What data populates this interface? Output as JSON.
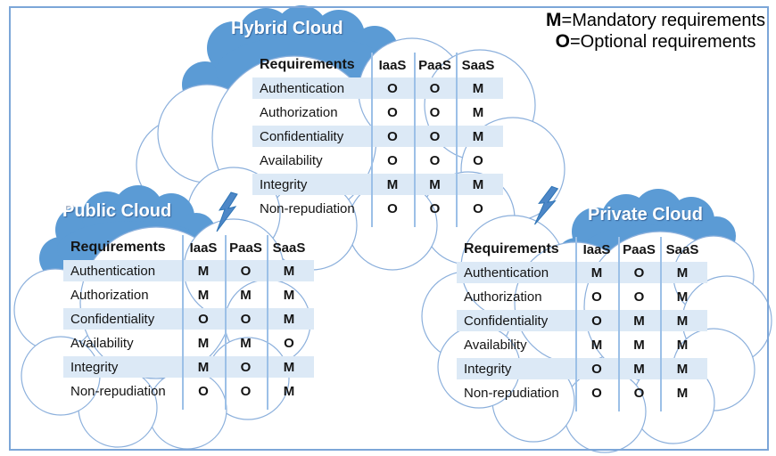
{
  "colors": {
    "cap_blue": "#5B9BD5",
    "outline_blue": "#8CB0DC",
    "band_blue": "#DCE9F6",
    "divider_blue": "#9CC0E7",
    "bolt_blue": "#4D87C7",
    "bolt_edge": "#2E74B5",
    "frame_blue": "#7CA6D8"
  },
  "legend": {
    "mandatory": {
      "symbol": "M",
      "text": "=Mandatory requirements"
    },
    "optional": {
      "symbol": "O",
      "text": "=Optional requirements"
    }
  },
  "table_columns": [
    "Requirements",
    "IaaS",
    "PaaS",
    "SaaS"
  ],
  "icons": [
    "cloud-shape",
    "lightning-bolt"
  ],
  "clouds": [
    {
      "title": "Hybrid Cloud",
      "rows": [
        {
          "label": "Authentication",
          "values": [
            "O",
            "O",
            "M"
          ]
        },
        {
          "label": "Authorization",
          "values": [
            "O",
            "O",
            "M"
          ]
        },
        {
          "label": "Confidentiality",
          "values": [
            "O",
            "O",
            "M"
          ]
        },
        {
          "label": "Availability",
          "values": [
            "O",
            "O",
            "O"
          ]
        },
        {
          "label": "Integrity",
          "values": [
            "M",
            "M",
            "M"
          ]
        },
        {
          "label": "Non-repudiation",
          "values": [
            "O",
            "O",
            "O"
          ]
        }
      ]
    },
    {
      "title": "Public Cloud",
      "rows": [
        {
          "label": "Authentication",
          "values": [
            "M",
            "O",
            "M"
          ]
        },
        {
          "label": "Authorization",
          "values": [
            "M",
            "M",
            "M"
          ]
        },
        {
          "label": "Confidentiality",
          "values": [
            "O",
            "O",
            "M"
          ]
        },
        {
          "label": "Availability",
          "values": [
            "M",
            "M",
            "O"
          ]
        },
        {
          "label": "Integrity",
          "values": [
            "M",
            "O",
            "M"
          ]
        },
        {
          "label": "Non-repudiation",
          "values": [
            "O",
            "O",
            "M"
          ]
        }
      ]
    },
    {
      "title": "Private Cloud",
      "rows": [
        {
          "label": "Authentication",
          "values": [
            "M",
            "O",
            "M"
          ]
        },
        {
          "label": "Authorization",
          "values": [
            "O",
            "O",
            "M"
          ]
        },
        {
          "label": "Confidentiality",
          "values": [
            "O",
            "M",
            "M"
          ]
        },
        {
          "label": "Availability",
          "values": [
            "M",
            "M",
            "M"
          ]
        },
        {
          "label": "Integrity",
          "values": [
            "O",
            "M",
            "M"
          ]
        },
        {
          "label": "Non-repudiation",
          "values": [
            "O",
            "O",
            "M"
          ]
        }
      ]
    }
  ]
}
